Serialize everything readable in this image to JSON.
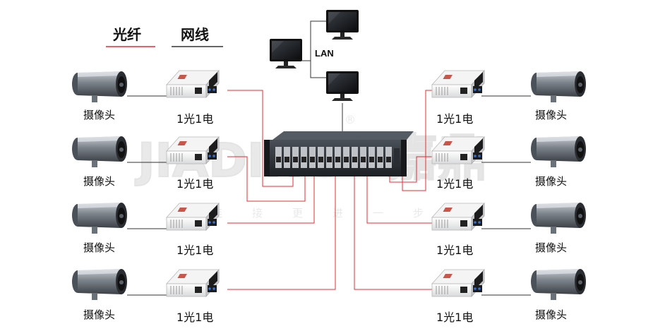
{
  "legend": {
    "fiber_label": "光纤",
    "cable_label": "网线",
    "fiber_color": "#e03030",
    "cable_color": "#333333"
  },
  "lan_label": "LAN",
  "watermark": {
    "logo": "JIADING",
    "brand": "嘉鼎",
    "slogan": [
      "连",
      "接",
      "更",
      "进",
      "一",
      "步"
    ],
    "registered": "®"
  },
  "nodes": {
    "camera_label": "摄像头",
    "converter_label": "1光1电",
    "left_rows": 4,
    "right_rows": 4
  },
  "colors": {
    "fiber": "#e03030",
    "cable": "#333333",
    "chassis": "#2b2f36",
    "monitor": "#1a1a1a"
  }
}
